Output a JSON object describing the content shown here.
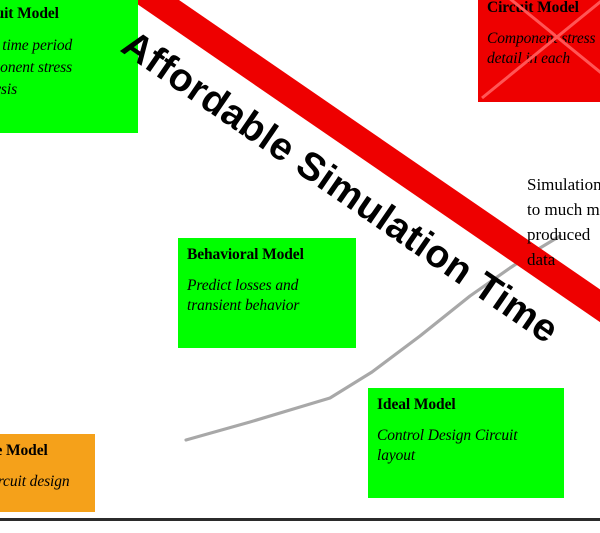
{
  "diagram": {
    "banner_label": "Affordable Simulation Time",
    "colors": {
      "green": "#00ff00",
      "red": "#ee0000",
      "orange": "#f5a11a",
      "curve_gray": "#a0a0a0",
      "text": "#000000",
      "background": "#ffffff",
      "rule": "#2b2b2b"
    },
    "boxes": [
      {
        "id": "detailed-behavioral",
        "title": "Detailed Behavioral\nCircuit Model",
        "body": "Long time period\ncomponent stress\nanalysis",
        "color": "#00ff00",
        "crossed_out": false
      },
      {
        "id": "detailed-circuit",
        "title": "Detailed Device\nCircuit Model",
        "body": "Component stress\ndetail in each",
        "color": "#ee0000",
        "crossed_out": true
      },
      {
        "id": "behavioral",
        "title": "Behavioral Model",
        "body": "Predict losses and\ntransient behavior",
        "color": "#00ff00",
        "crossed_out": false
      },
      {
        "id": "ideal",
        "title": "Ideal Model",
        "body": "Control Design Circuit\nlayout",
        "color": "#00ff00",
        "crossed_out": false
      },
      {
        "id": "average",
        "title": "Average Model",
        "body": "Basic circuit design",
        "color": "#f5a11a",
        "crossed_out": false
      }
    ],
    "annotations": [
      {
        "id": "simulation-note",
        "text": "Simulation leads\nto much more\nproduced\ndata"
      }
    ]
  }
}
